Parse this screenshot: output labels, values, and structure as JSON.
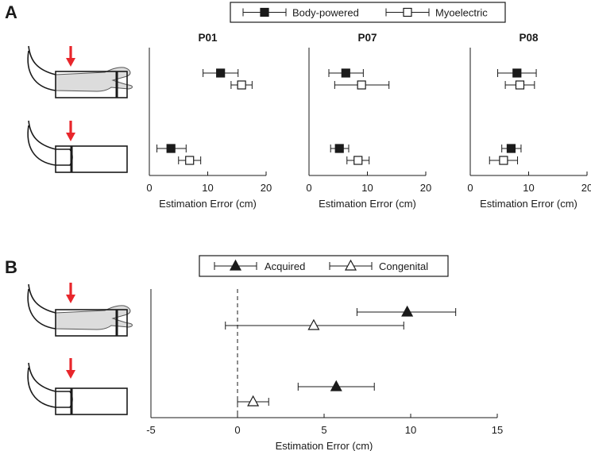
{
  "panels": {
    "a_label": "A",
    "b_label": "B"
  },
  "colors": {
    "arrow": "#e8262b",
    "ink": "#1a1a1a",
    "limb_fill": "#dcdcdc"
  },
  "chart_data": [
    {
      "type": "scatter",
      "panel": "A",
      "title": "P01",
      "xlabel": "Estimation Error (cm)",
      "xlim": [
        0,
        20
      ],
      "xticks": [
        "0",
        "10",
        "20"
      ],
      "legend": [
        "Body-powered",
        "Myoelectric"
      ],
      "legend_placement": "top",
      "rows": [
        "with prosthesis",
        "without prosthesis"
      ],
      "series": [
        {
          "name": "Body-powered",
          "marker": "filled-square",
          "points": [
            {
              "row": 0,
              "x": 12.2,
              "lo": 9.2,
              "hi": 15.2
            },
            {
              "row": 1,
              "x": 3.7,
              "lo": 1.3,
              "hi": 6.3
            }
          ]
        },
        {
          "name": "Myoelectric",
          "marker": "open-square",
          "points": [
            {
              "row": 0,
              "x": 15.8,
              "lo": 14.0,
              "hi": 17.6
            },
            {
              "row": 1,
              "x": 6.9,
              "lo": 5.0,
              "hi": 8.8
            }
          ]
        }
      ]
    },
    {
      "type": "scatter",
      "panel": "A",
      "title": "P07",
      "xlabel": "Estimation Error (cm)",
      "xlim": [
        0,
        20
      ],
      "xticks": [
        "0",
        "10",
        "20"
      ],
      "rows": [
        "with prosthesis",
        "without prosthesis"
      ],
      "series": [
        {
          "name": "Body-powered",
          "marker": "filled-square",
          "points": [
            {
              "row": 0,
              "x": 6.3,
              "lo": 3.4,
              "hi": 9.3
            },
            {
              "row": 1,
              "x": 5.2,
              "lo": 3.7,
              "hi": 6.8
            }
          ]
        },
        {
          "name": "Myoelectric",
          "marker": "open-square",
          "points": [
            {
              "row": 0,
              "x": 9.0,
              "lo": 4.4,
              "hi": 13.7
            },
            {
              "row": 1,
              "x": 8.4,
              "lo": 6.5,
              "hi": 10.3
            }
          ]
        }
      ]
    },
    {
      "type": "scatter",
      "panel": "A",
      "title": "P08",
      "xlabel": "Estimation Error (cm)",
      "xlim": [
        0,
        20
      ],
      "xticks": [
        "0",
        "10",
        "20"
      ],
      "rows": [
        "with prosthesis",
        "without prosthesis"
      ],
      "series": [
        {
          "name": "Body-powered",
          "marker": "filled-square",
          "points": [
            {
              "row": 0,
              "x": 8.0,
              "lo": 4.7,
              "hi": 11.3
            },
            {
              "row": 1,
              "x": 7.0,
              "lo": 5.4,
              "hi": 8.7
            }
          ]
        },
        {
          "name": "Myoelectric",
          "marker": "open-square",
          "points": [
            {
              "row": 0,
              "x": 8.5,
              "lo": 6.0,
              "hi": 11.0
            },
            {
              "row": 1,
              "x": 5.7,
              "lo": 3.3,
              "hi": 8.1
            }
          ]
        }
      ]
    },
    {
      "type": "scatter",
      "panel": "B",
      "title": "",
      "xlabel": "Estimation Error (cm)",
      "xlim": [
        -5,
        15
      ],
      "xticks": [
        "-5",
        "0",
        "5",
        "10",
        "15"
      ],
      "reference_line_x": 0,
      "legend": [
        "Acquired",
        "Congenital"
      ],
      "legend_placement": "top",
      "rows": [
        "with prosthesis",
        "without prosthesis"
      ],
      "series": [
        {
          "name": "Acquired",
          "marker": "filled-triangle",
          "points": [
            {
              "row": 0,
              "x": 9.8,
              "lo": 6.9,
              "hi": 12.6
            },
            {
              "row": 1,
              "x": 5.7,
              "lo": 3.5,
              "hi": 7.9
            }
          ]
        },
        {
          "name": "Congenital",
          "marker": "open-triangle",
          "points": [
            {
              "row": 0,
              "x": 4.4,
              "lo": -0.7,
              "hi": 9.6
            },
            {
              "row": 1,
              "x": 0.9,
              "lo": 0.0,
              "hi": 1.8
            }
          ]
        }
      ]
    }
  ]
}
